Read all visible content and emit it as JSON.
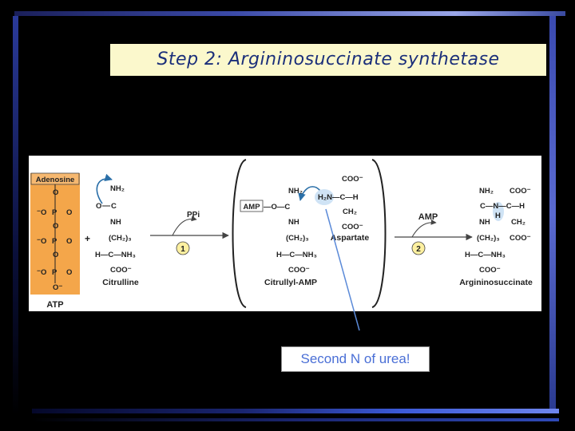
{
  "slide": {
    "title": "Step 2: Argininosuccinate synthetase",
    "callout": "Second N of urea!"
  },
  "diagram": {
    "atp": {
      "adenosine": "Adenosine",
      "label": "ATP"
    },
    "citrulline": {
      "label": "Citrulline"
    },
    "intermediate": {
      "amp_box": "AMP",
      "label": "Citrullyl-AMP"
    },
    "aspartate": {
      "label": "Aspartate"
    },
    "product": {
      "label": "Argininosuccinate"
    },
    "step1": {
      "number": "1",
      "byproduct": "PPi"
    },
    "step2": {
      "number": "2",
      "byproduct": "AMP"
    }
  },
  "colors": {
    "title_bg": "#fbf8cc",
    "title_text": "#1b2f7a",
    "atp_box": "#f4a64a",
    "arrow_blue": "#2a6fa8",
    "callout_text": "#4a6fd6",
    "step_circle": "#fdf0a0"
  }
}
